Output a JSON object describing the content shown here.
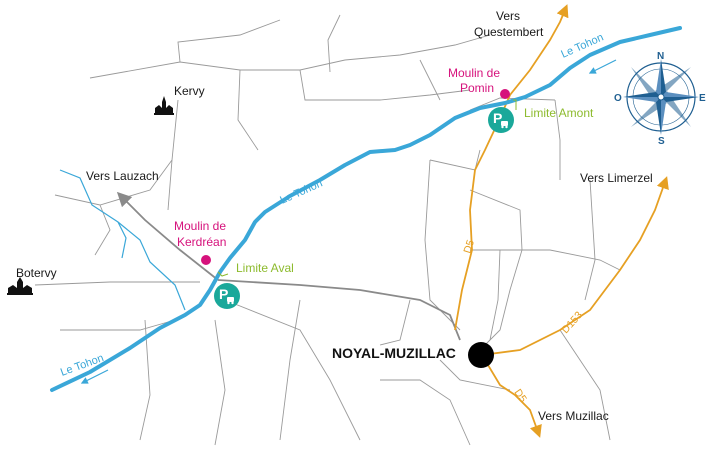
{
  "colors": {
    "river": "#3aa7d8",
    "road_primary": "#e6a023",
    "road_secondary": "#8a8a8a",
    "mill": "#d6127c",
    "limit": "#8dbb2e",
    "parking": "#1aa89a",
    "compass": "#1f5f91"
  },
  "places": {
    "kervy": "Kervy",
    "botervy": "Botervy",
    "town": "NOYAL-MUZILLAC"
  },
  "directions": {
    "questembert_1": "Vers",
    "questembert_2": "Questembert",
    "lauzach": "Vers Lauzach",
    "limerzel": "Vers Limerzel",
    "muzillac": "Vers Muzillac"
  },
  "mills": {
    "pomin_1": "Moulin de",
    "pomin_2": "Pomin",
    "kerdrean_1": "Moulin de",
    "kerdrean_2": "Kerdréan"
  },
  "limits": {
    "upstream": "Limite Amont",
    "downstream": "Limite Aval"
  },
  "river": {
    "name_top": "Le Tohon",
    "name_middle": "Le Tohon",
    "name_bottom": "Le Tohon"
  },
  "roads": {
    "d5_north": "D5",
    "d5_south": "D5",
    "d153": "D153"
  },
  "compass": {
    "north": "N",
    "south": "S",
    "east": "E",
    "west": "O"
  },
  "icons": {
    "parking": "parking-icon",
    "church": "church-icon",
    "compass": "compass-rose-icon"
  }
}
